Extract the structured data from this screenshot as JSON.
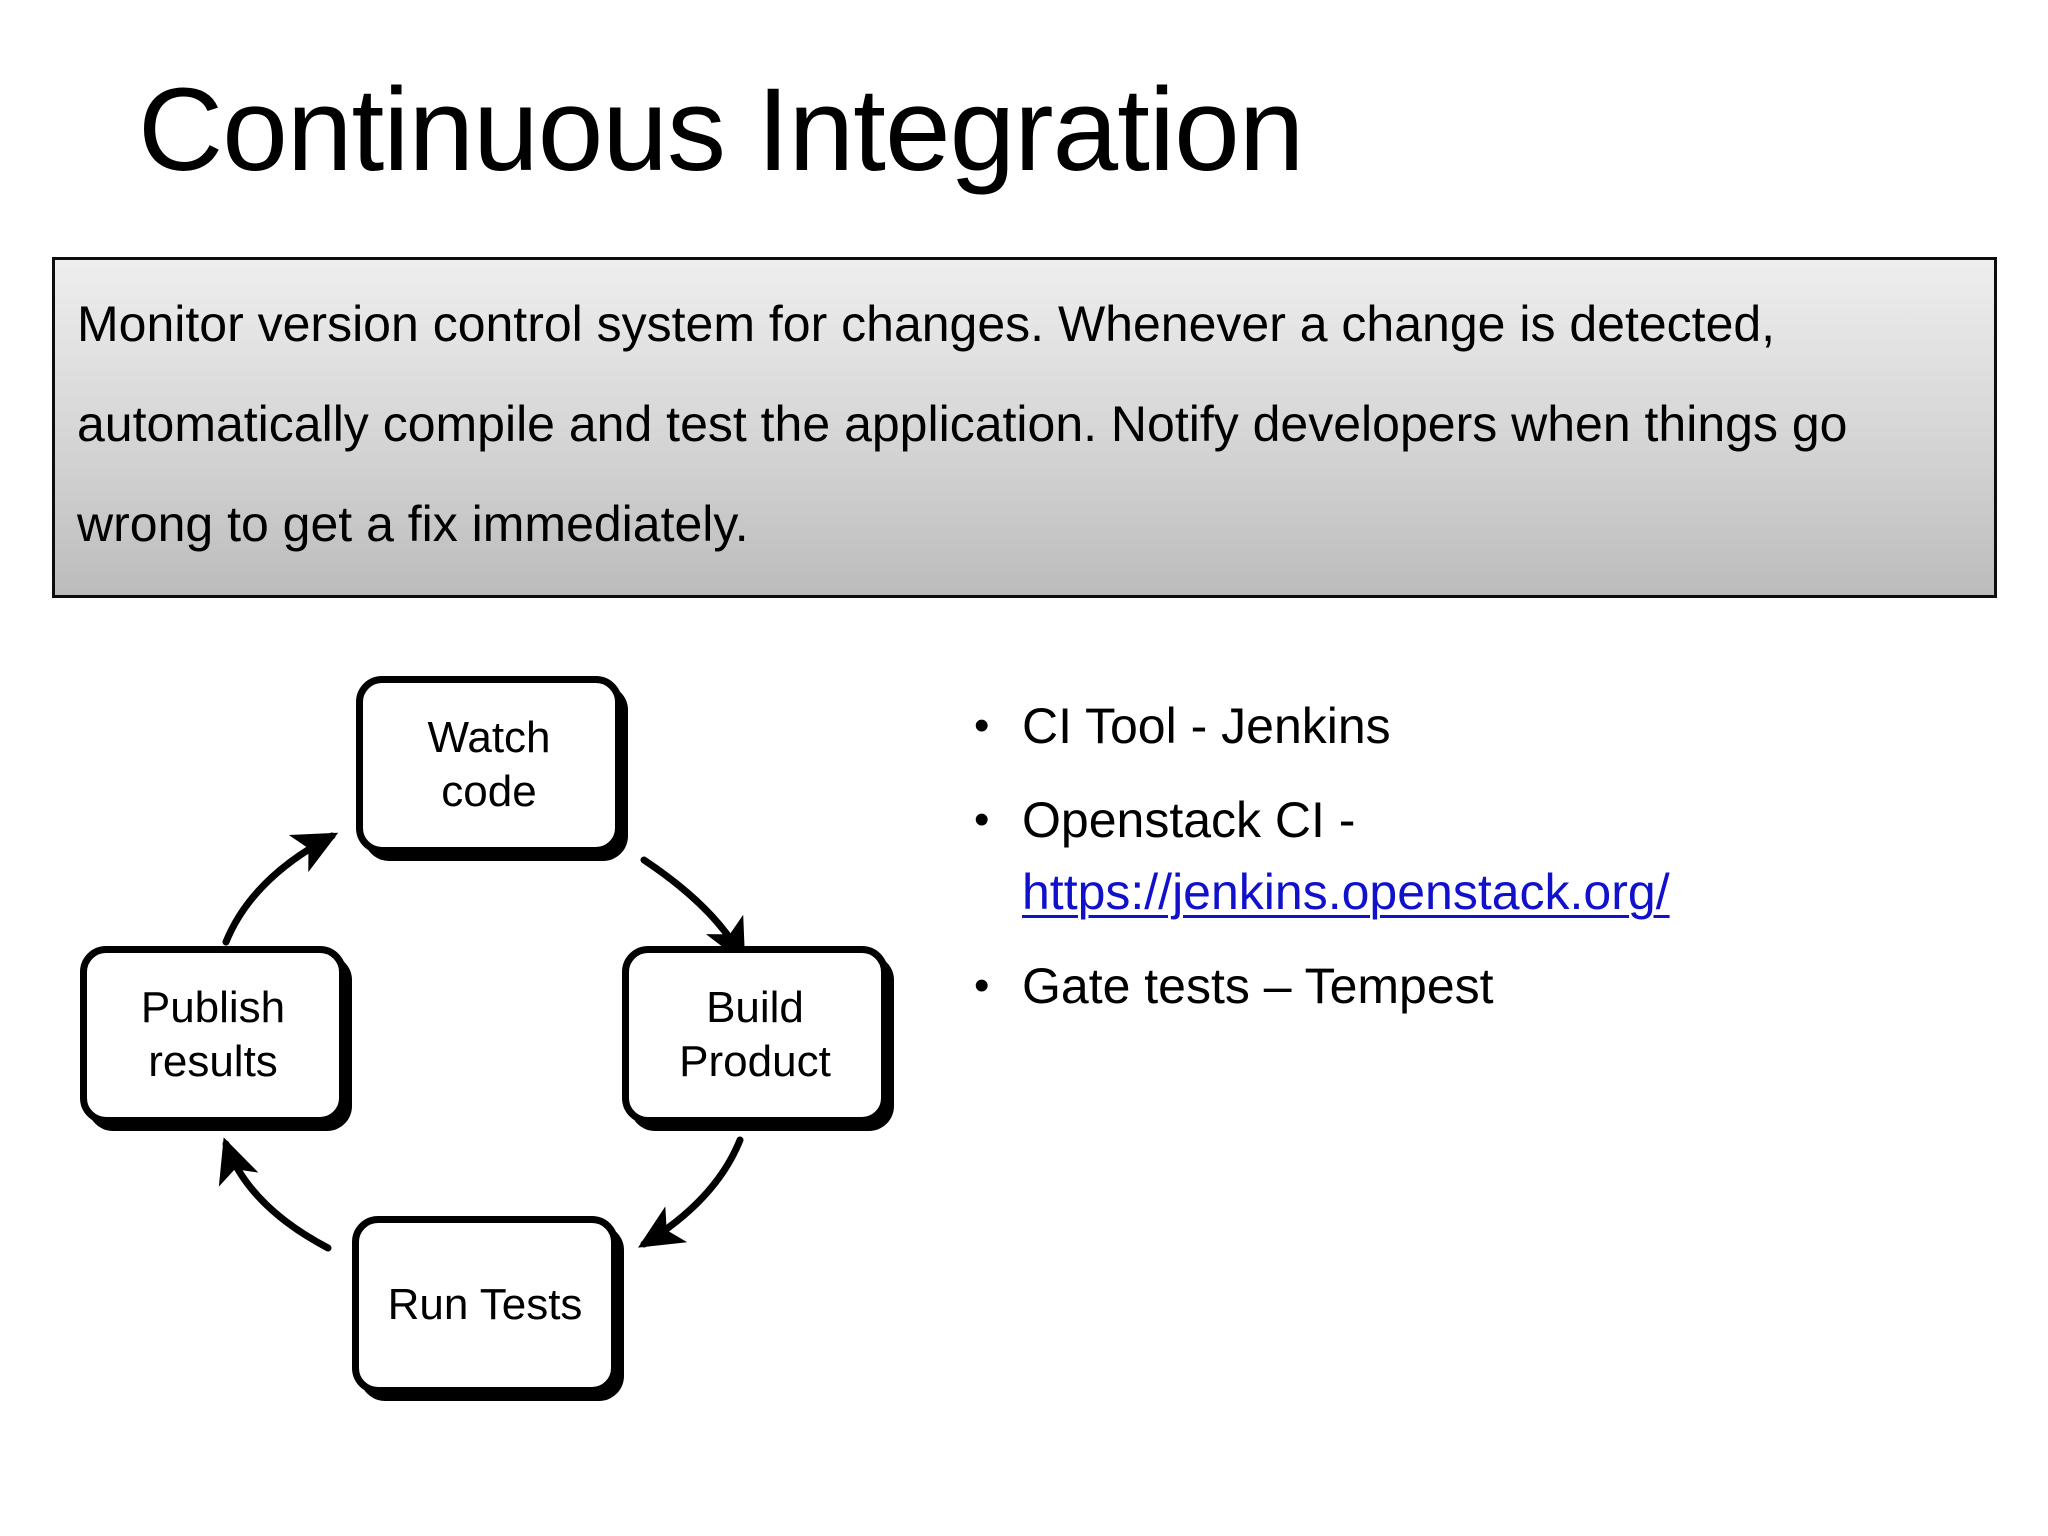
{
  "slide": {
    "title": "Continuous Integration",
    "background_color": "#ffffff"
  },
  "callout": {
    "text": "Monitor version control system for changes. Whenever a change is detected, automatically compile and test the application. Notify developers when things go wrong to get a fix immediately.",
    "border_color": "#0d0d0d",
    "gradient_top_color": "#eeeeee",
    "gradient_bottom_color": "#bcbcbc"
  },
  "cycle_diagram": {
    "name": "continuous-integration-cycle",
    "direction": "clockwise",
    "node_border_color": "#000000",
    "node_fill_color": "#ffffff",
    "nodes": [
      {
        "id": "watch-code",
        "label": "Watch\ncode",
        "label_line1": "Watch",
        "label_line2": "code",
        "position": "top"
      },
      {
        "id": "build-product",
        "label": "Build\nProduct",
        "label_line1": "Build",
        "label_line2": "Product",
        "position": "right"
      },
      {
        "id": "run-tests",
        "label": "Run Tests",
        "label_line1": "Run Tests",
        "label_line2": "",
        "position": "bottom"
      },
      {
        "id": "publish-results",
        "label": "Publish\nresults",
        "label_line1": "Publish",
        "label_line2": "results",
        "position": "left"
      }
    ],
    "edges": [
      {
        "from": "watch-code",
        "to": "build-product"
      },
      {
        "from": "build-product",
        "to": "run-tests"
      },
      {
        "from": "run-tests",
        "to": "publish-results"
      },
      {
        "from": "publish-results",
        "to": "watch-code"
      }
    ]
  },
  "bullets": {
    "marker": "•",
    "link_color": "#1111cc",
    "items": [
      {
        "text": "CI Tool - Jenkins",
        "has_link": false,
        "link_text": ""
      },
      {
        "text": "Openstack CI - ",
        "has_link": true,
        "link_text": "https://jenkins.openstack.org/"
      },
      {
        "text": "Gate tests – Tempest",
        "has_link": false,
        "link_text": ""
      }
    ]
  }
}
